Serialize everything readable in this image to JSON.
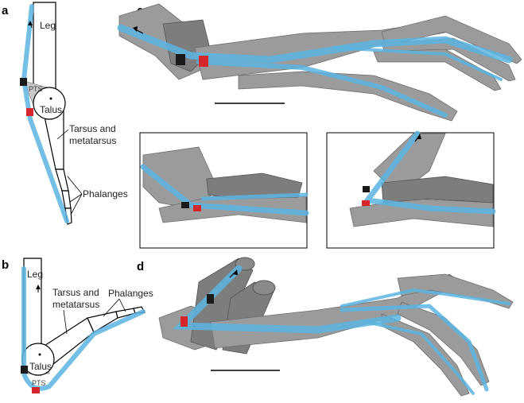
{
  "panels": {
    "a": {
      "letter": "a",
      "labels": {
        "leg": "Leg",
        "pts": "PTS",
        "talus": "Talus",
        "tarsus_line1": "Tarsus and",
        "tarsus_line2": "metatarsus",
        "phalanges": "Phalanges"
      }
    },
    "b": {
      "letter": "b",
      "labels": {
        "leg": "Leg",
        "pts": "PTS",
        "talus": "Talus",
        "tarsus_line1": "Tarsus and",
        "tarsus_line2": "metatarsus",
        "phalanges": "Phalanges"
      }
    },
    "c": {
      "letter": "c"
    },
    "d": {
      "letter": "d"
    }
  },
  "colors": {
    "tendon": "#5ab4e0",
    "marker_black": "#1a1a1a",
    "marker_red": "#d7262b",
    "bone": "#9b9b9b"
  }
}
